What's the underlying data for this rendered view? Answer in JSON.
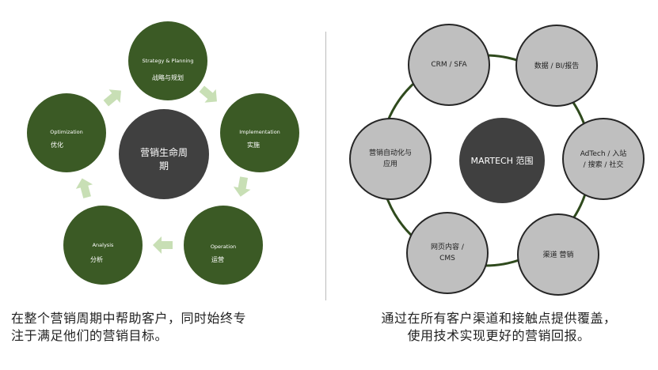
{
  "left_diagram": {
    "center_label": "营销生命周期",
    "center_lines": [
      "营销生命周",
      "期"
    ],
    "stages": [
      {
        "en": "Strategy & Planning",
        "zh": "战略与规划"
      },
      {
        "en": "Implementation",
        "zh": "实施"
      },
      {
        "en": "Operation",
        "zh": "运营"
      },
      {
        "en": "Analysis",
        "zh": "分析"
      },
      {
        "en": "Optimization",
        "zh": "优化"
      }
    ],
    "caption_lines": [
      "在整个营销周期中帮助客户，同时始终专",
      "注于满足他们的营销目标。"
    ]
  },
  "right_diagram": {
    "center_label": "MARTECH 范围",
    "nodes": [
      {
        "lines": [
          "CRM / SFA"
        ]
      },
      {
        "lines": [
          "数据 / BI/报告"
        ]
      },
      {
        "lines": [
          "AdTech / 入站",
          "/ 搜索 / 社交"
        ]
      },
      {
        "lines": [
          "渠道 营销"
        ]
      },
      {
        "lines": [
          "网页内容 /",
          "CMS"
        ]
      },
      {
        "lines": [
          "营销自动化与",
          "应用"
        ]
      }
    ],
    "caption_lines": [
      "通过在所有客户渠道和接触点提供覆盖，",
      "使用技术实现更好的营销回报。"
    ]
  },
  "colors": {
    "stage_fill": "#3b5a25",
    "center_fill": "#404040",
    "arrow_fill": "#c8dfb5",
    "node_fill": "#bfbfbf",
    "node_stroke": "#262626",
    "ring_stroke": "#2f4a1d"
  }
}
